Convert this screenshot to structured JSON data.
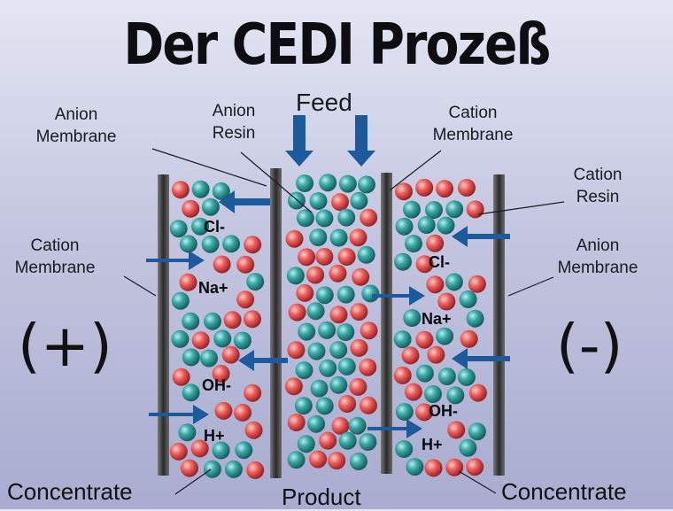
{
  "title": "Der CEDI Prozeß",
  "labels": {
    "feed": "Feed",
    "anion_membrane_left": "Anion\nMembrane",
    "anion_resin": "Anion\nResin",
    "cation_membrane_top": "Cation\nMembrane",
    "cation_resin": "Cation\nResin",
    "cation_membrane_left": "Cation\nMembrane",
    "anion_membrane_right": "Anion\nMembrane",
    "concentrate_left": "Concentrate",
    "product": "Product",
    "concentrate_right": "Concentrate"
  },
  "poles": {
    "positive": "(+)",
    "negative": "(-)"
  },
  "ions_left": [
    "Cl-",
    "Na+",
    "OH-",
    "H+"
  ],
  "ions_right": [
    "Cl-",
    "Na+",
    "OH-",
    "H+"
  ],
  "colors": {
    "membrane": "#3c3c3c",
    "arrow": "#1d5a9c",
    "anion_bead": "#2f9a9a",
    "cation_bead": "#e8585a"
  }
}
